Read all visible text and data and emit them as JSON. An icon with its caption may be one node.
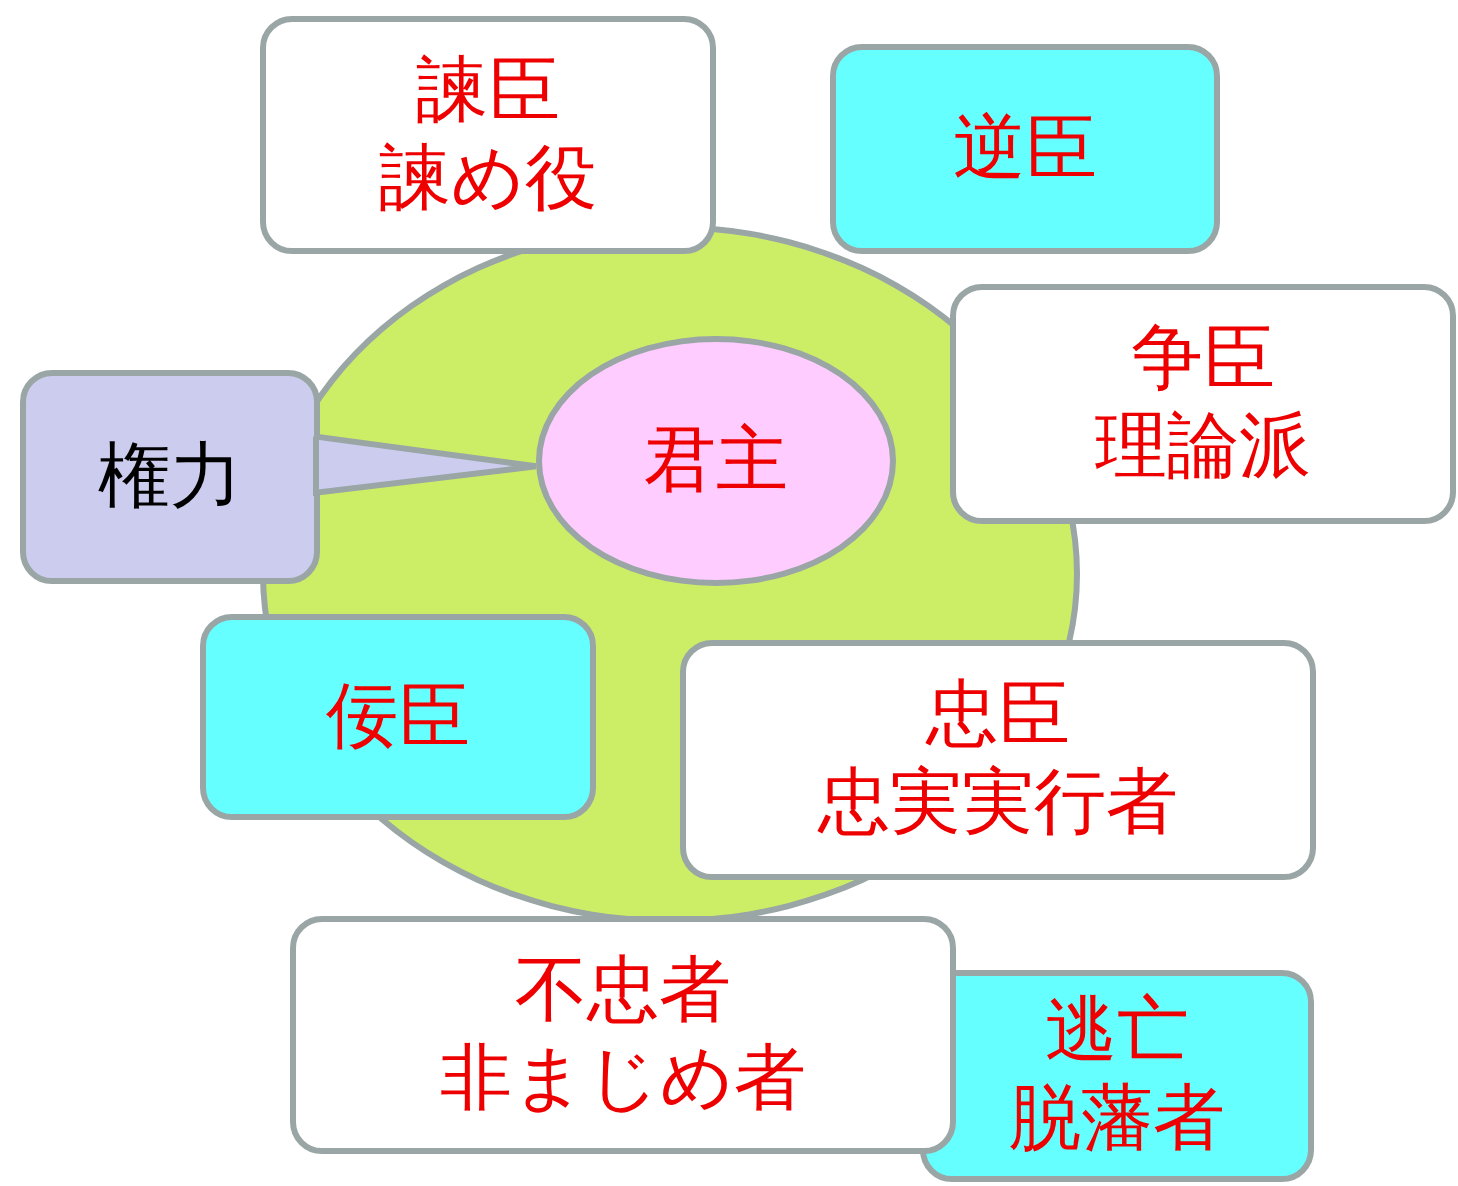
{
  "diagram": {
    "nodes": [
      {
        "text": [],
        "shape": "circle"
      },
      {
        "text": [
          "諫臣",
          "諫め役"
        ]
      },
      {
        "text": [
          "逆臣"
        ]
      },
      {
        "text": [
          "争臣",
          "理論派"
        ]
      },
      {
        "text": [
          "権力"
        ]
      },
      {
        "text": [
          "君主"
        ],
        "in": 0
      },
      {
        "text": [
          "佞臣"
        ]
      },
      {
        "text": [
          "忠臣",
          "忠実実行者"
        ]
      },
      {
        "text": [
          "不忠者",
          "非まじめ者"
        ]
      },
      {
        "text": [
          "逃亡",
          "脱藩者"
        ]
      }
    ],
    "edges": [
      {
        "from": 4,
        "to": 5,
        "arrow": "none"
      }
    ]
  }
}
